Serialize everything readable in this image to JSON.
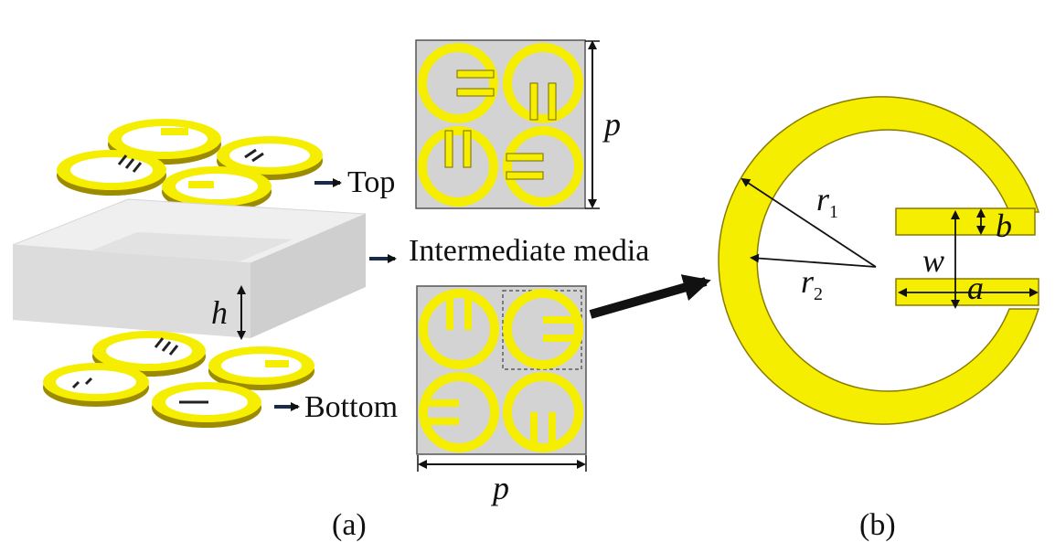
{
  "colors": {
    "metal": "#f5ee00",
    "metal_edge": "#8a7a00",
    "substrate": "#e8e8e8",
    "cell_bg": "#d3d3d3"
  },
  "labels": {
    "top": "Top",
    "intermediate": "Intermediate media",
    "bottom": "Bottom",
    "h": "h",
    "p_vertical": "p",
    "p_horizontal": "p",
    "r1": "r",
    "r1_sub": "1",
    "r2": "r",
    "r2_sub": "2",
    "w": "w",
    "a": "a",
    "b": "b",
    "panel_a": "(a)",
    "panel_b": "(b)"
  }
}
